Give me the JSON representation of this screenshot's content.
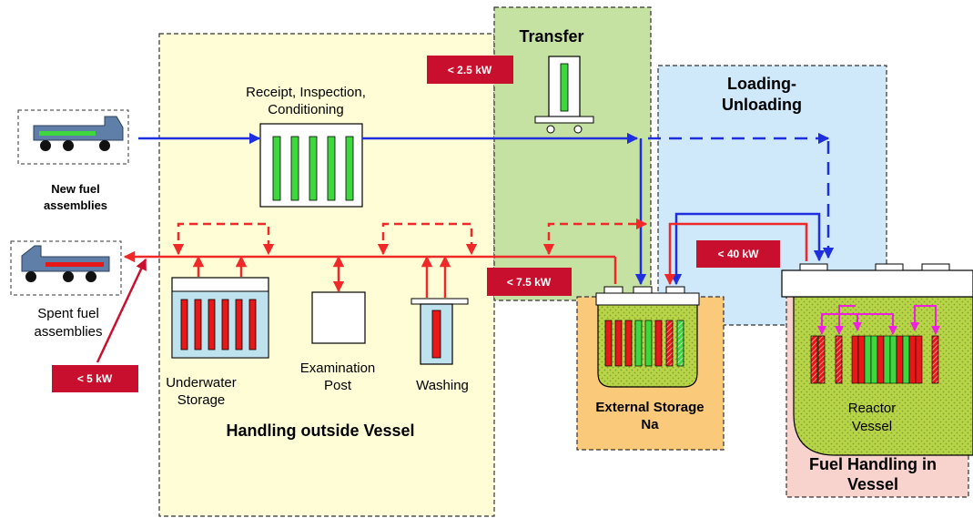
{
  "zones": {
    "handling_outside": "Handling outside Vessel",
    "transfer": "Transfer",
    "loading_unloading_1": "Loading-",
    "loading_unloading_2": "Unloading",
    "external_storage_1": "External Storage",
    "external_storage_2": "Na",
    "fuel_handling_1": "Fuel Handling in",
    "fuel_handling_2": "Vessel"
  },
  "labels": {
    "receipt_1": "Receipt, Inspection,",
    "receipt_2": "Conditioning",
    "new_fuel_1": "New fuel",
    "new_fuel_2": "assemblies",
    "spent_fuel_1": "Spent fuel",
    "spent_fuel_2": "assemblies",
    "underwater_1": "Underwater",
    "underwater_2": "Storage",
    "examination_1": "Examination",
    "examination_2": "Post",
    "washing": "Washing",
    "reactor_1": "Reactor",
    "reactor_2": "Vessel"
  },
  "power_limits": {
    "p_2_5": "< 2.5 kW",
    "p_7_5": "< 7.5 kW",
    "p_40": "< 40 kW",
    "p_5": "< 5 kW"
  },
  "colors": {
    "zone_yellow": "#fefdd6",
    "zone_green": "#c6e2a2",
    "zone_blue": "#cfe9fa",
    "zone_orange": "#fbc97a",
    "zone_pink": "#f8d2cc",
    "badge_red": "#c8102e",
    "flow_blue": "#1f2fe0",
    "flow_red": "#f02828",
    "flow_magenta": "#f020e0",
    "fuel_green": "#3ed83e",
    "fuel_red": "#e81818",
    "sodium": "#b8d448"
  }
}
